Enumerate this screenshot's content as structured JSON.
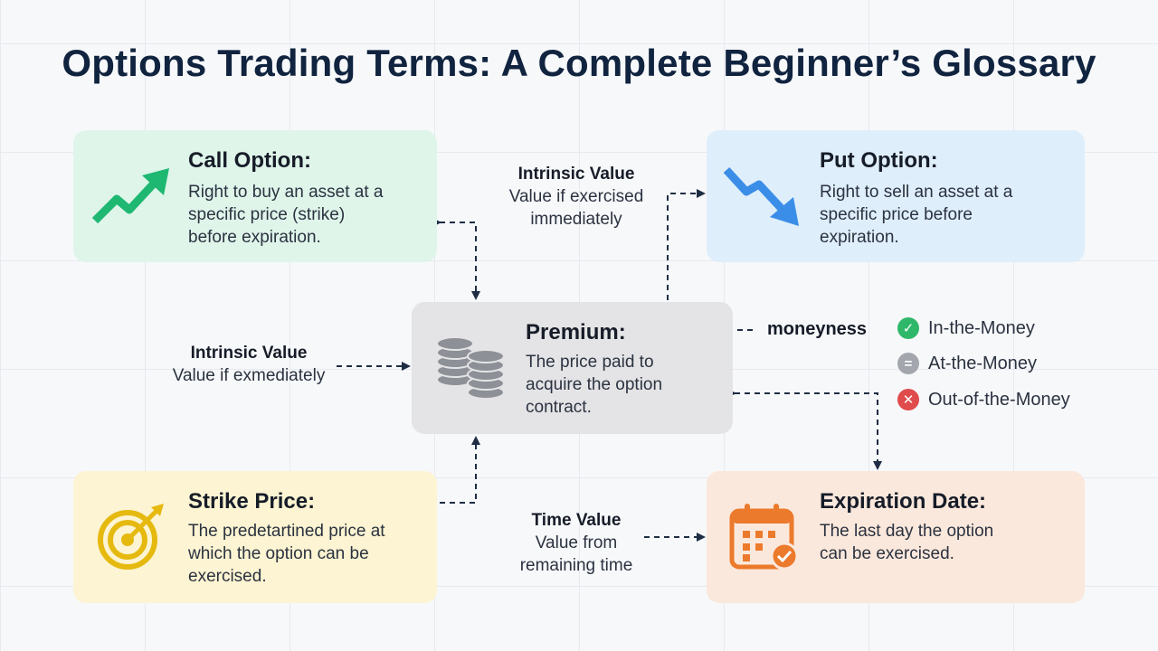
{
  "title": "Options Trading Terms: A Complete Beginner’s Glossary",
  "cards": {
    "call": {
      "title": "Call Option:",
      "lines": [
        "Right to buy an asset at a",
        "specific price (strike)",
        "before expiration."
      ],
      "icon": "trend-up-arrow-icon"
    },
    "put": {
      "title": "Put Option:",
      "lines": [
        "Right to sell an asset at a",
        "specific price before",
        "expiration."
      ],
      "icon": "trend-down-arrow-icon"
    },
    "premium": {
      "title": "Premium:",
      "lines": [
        "The price paid to",
        "acquire the option",
        "contract."
      ],
      "icon": "coin-stacks-icon"
    },
    "strike": {
      "title": "Strike Price:",
      "lines": [
        "The predetartined price at",
        "which the option can be",
        "exercised."
      ],
      "icon": "target-icon"
    },
    "expiration": {
      "title": "Expiration Date:",
      "lines": [
        "The last day the option",
        "can be exercised."
      ],
      "icon": "calendar-check-icon"
    }
  },
  "labels": {
    "intrinsic_top": {
      "title": "Intrinsic Value",
      "lines": [
        "Value if exercised",
        "immediately"
      ]
    },
    "intrinsic_left": {
      "title": "Intrinsic Value",
      "lines": [
        "Value if exmediately"
      ]
    },
    "time_value": {
      "title": "Time Value",
      "lines": [
        "Value from",
        "remaining time"
      ]
    }
  },
  "moneyness": {
    "label": "moneyness",
    "items": [
      {
        "text": "In-the-Money",
        "symbol": "✓",
        "color": "#2fb86a"
      },
      {
        "text": "At-the-Money",
        "symbol": "=",
        "color": "#a3a6ad"
      },
      {
        "text": "Out-of-the-Money",
        "symbol": "✕",
        "color": "#e04b4b"
      }
    ]
  },
  "colors": {
    "connector": "#1f2d44",
    "call_icon": "#1fb872",
    "put_icon": "#3a8ee8",
    "strike_icon": "#e6b90f",
    "exp_icon": "#ec7a2c",
    "coin": "#8d9097"
  }
}
